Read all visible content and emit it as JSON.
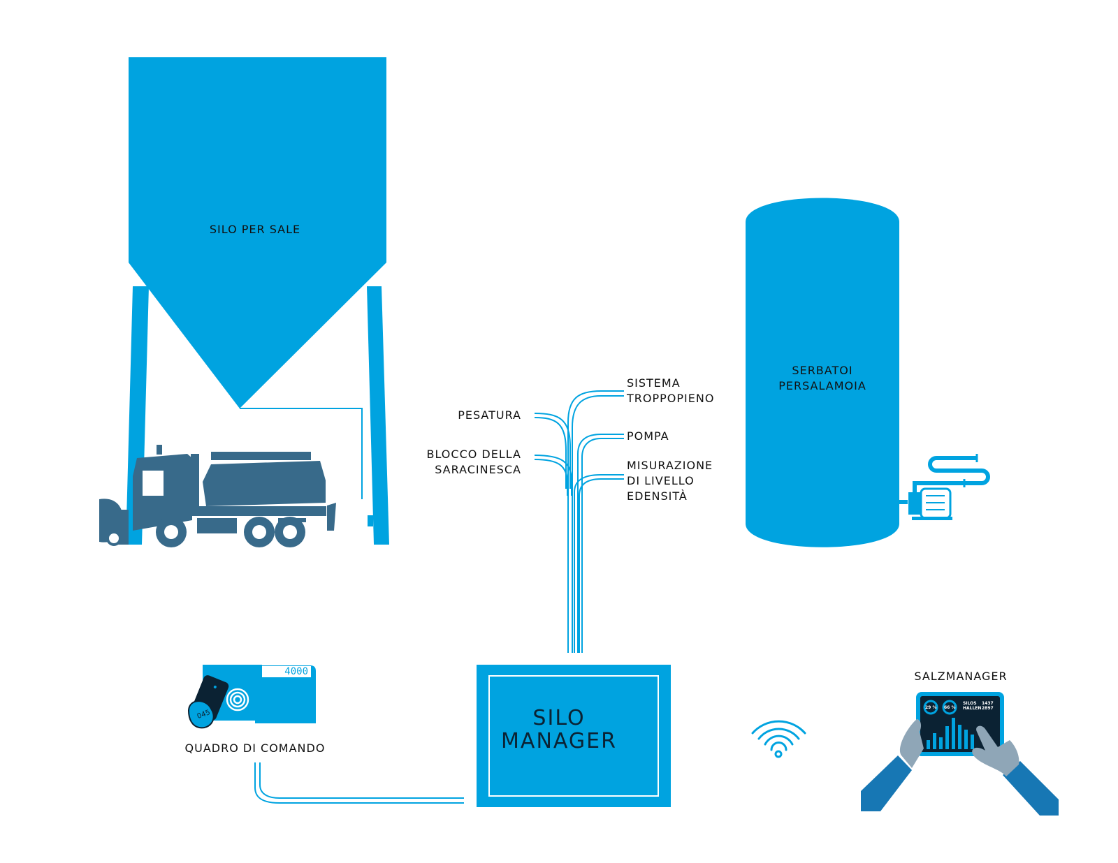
{
  "colors": {
    "primary": "#00a3e0",
    "truck": "#386a8a",
    "dark": "#0b2233",
    "sleeve": "#1777b4",
    "hand": "#8fa6b7"
  },
  "labels": {
    "silo": "SILO PER SALE",
    "tank": [
      "SERBATOI",
      "PERSALAMOIA"
    ],
    "pesatura": "PESATURA",
    "blocco": [
      "BLOCCO DELLA",
      "SARACINESCA"
    ],
    "sistema": [
      "SISTEMA",
      "TROPPOPIENO"
    ],
    "pompa": "POMPA",
    "misurazione": [
      "MISURAZIONE",
      "DI LIVELLO",
      "EDENSITÀ"
    ],
    "silo_manager": [
      "SILO",
      "MANAGER"
    ],
    "quadro": "QUADRO DI COMANDO",
    "salzmanager": "SALZMANAGER"
  },
  "control_panel": {
    "display_value": "4000",
    "tag_number": "045"
  },
  "tablet": {
    "gauge1": "29 %",
    "gauge2": "66 %",
    "col1": [
      "SILOS",
      "HALLEN"
    ],
    "col2": [
      "1437",
      "2897"
    ]
  },
  "icons": [
    "silo-icon",
    "truck-icon",
    "tank-icon",
    "pump-icon",
    "control-panel-icon",
    "rfid-phone-icon",
    "rfid-signal-icon",
    "wifi-icon",
    "tablet-icon",
    "hands-icon"
  ]
}
